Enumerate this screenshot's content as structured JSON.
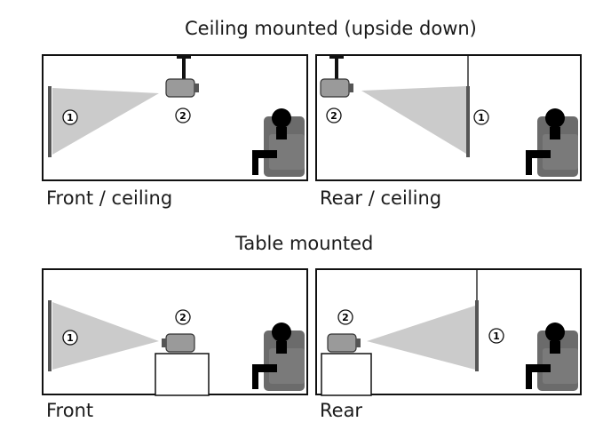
{
  "ceiling_heading": "Ceiling mounted (upside down)",
  "table_heading": "Table mounted",
  "panels": [
    {
      "caption": "Front / ceiling",
      "screen_label": "1",
      "projector_label": "2"
    },
    {
      "caption": "Rear / ceiling",
      "screen_label": "1",
      "projector_label": "2"
    },
    {
      "caption": "Front",
      "screen_label": "1",
      "projector_label": "2"
    },
    {
      "caption": "Rear",
      "screen_label": "1",
      "projector_label": "2"
    }
  ],
  "colors": {
    "frame": "#111111",
    "beam": "#c9c9c9",
    "projector": "#9a9a9a",
    "screen": "#555555",
    "viewer_body": "#6b6b6b",
    "viewer_head": "#000000"
  }
}
